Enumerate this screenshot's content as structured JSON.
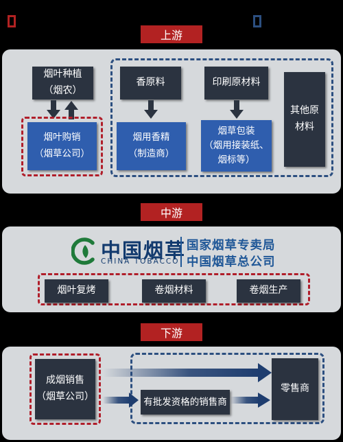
{
  "legend": {
    "red_color": "#b22222",
    "blue_color": "#2c4f80"
  },
  "upstream": {
    "header": "上游",
    "tobacco_planting": [
      "烟叶种植",
      "（烟农）"
    ],
    "leaf_purchase": [
      "烟叶购销",
      "（烟草公司）"
    ],
    "flavor_raw": "香原料",
    "flavor_essence": [
      "烟用香精",
      "（制造商）"
    ],
    "printing_material": "印刷原材料",
    "packaging": [
      "烟草包装",
      "（烟用接装纸、",
      "烟标等）"
    ],
    "other_raw": [
      "其他原",
      "材料"
    ]
  },
  "midstream": {
    "header": "中游",
    "logo_cn": "中国烟草",
    "logo_en": "CHINA TOBACCO",
    "org_line1": "国家烟草专卖局",
    "org_line2": "中国烟草总公司",
    "leaf_redrying": "烟叶复烤",
    "cigarette_materials": "卷烟材料",
    "cigarette_production": "卷烟生产"
  },
  "downstream": {
    "header": "下游",
    "finished_sales": [
      "成烟销售",
      "（烟草公司）"
    ],
    "licensed_wholesaler": "有批发资格的销售商",
    "retailer": "零售商"
  },
  "icons": [
    "arrow-down-icon",
    "arrow-up-icon",
    "arrow-right-icon",
    "china-tobacco-logo-icon"
  ]
}
